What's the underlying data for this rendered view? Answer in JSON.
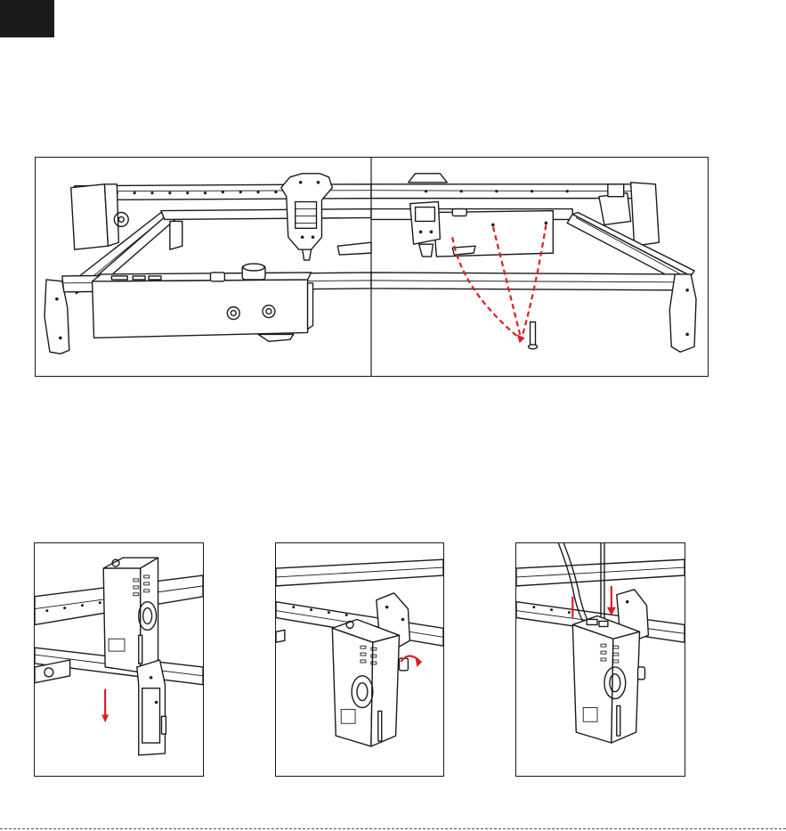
{
  "colors": {
    "ink": "#1a1a1a",
    "accent_red": "#d62027",
    "corner_tab": "#1a1a1a"
  },
  "icons": {
    "corner_tab": "page-corner-tab",
    "down_arrow": "red-down-arrow-icon",
    "rotate_arrow": "red-rotate-arrow-icon",
    "insert_arrows": "red-insert-arrows-icon"
  },
  "figures": {
    "top": [
      "frame-with-laser-carriage",
      "carriage-screws-removed"
    ],
    "bottom": [
      "laser-module-slide-down",
      "laser-module-tighten-knob",
      "laser-module-connect-cables"
    ]
  }
}
